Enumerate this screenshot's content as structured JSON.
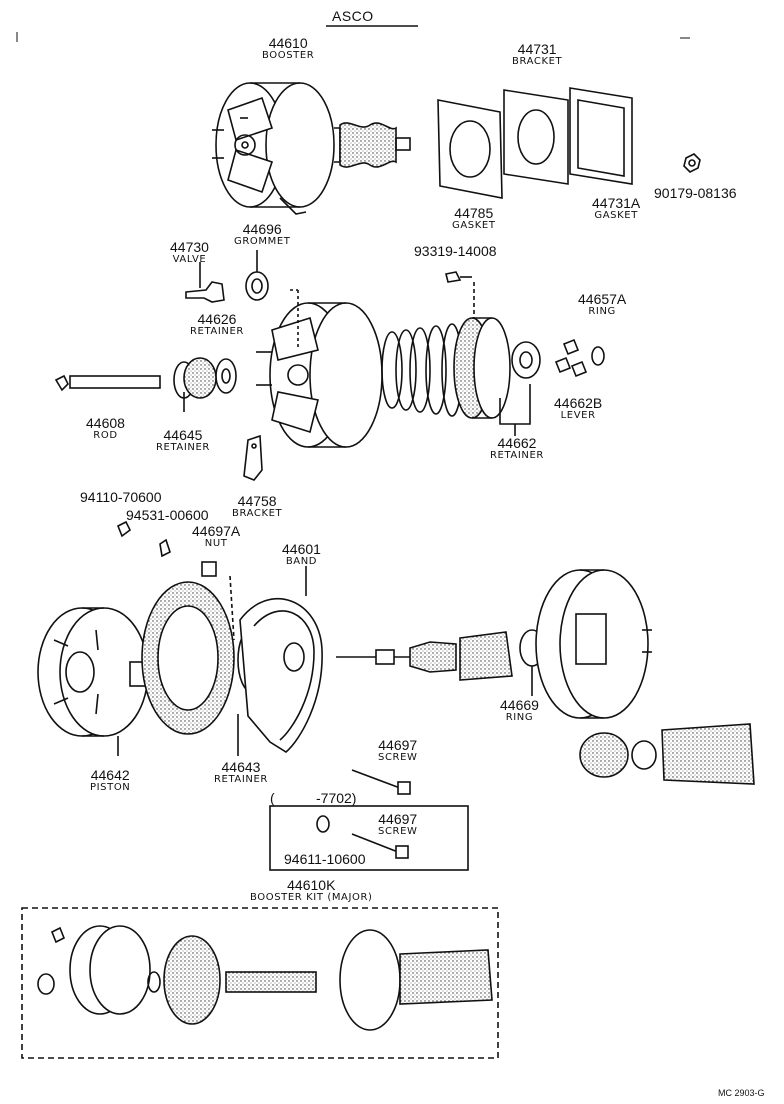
{
  "header": {
    "title": "ASCO"
  },
  "parts": {
    "p44610": {
      "number": "44610",
      "name": "BOOSTER"
    },
    "p44731": {
      "number": "44731",
      "name": "BRACKET"
    },
    "p44785": {
      "number": "44785",
      "name": "GASKET"
    },
    "p44731A": {
      "number": "44731A",
      "name": "GASKET"
    },
    "p90179": {
      "number": "90179-08136"
    },
    "p44696": {
      "number": "44696",
      "name": "GROMMET"
    },
    "p44730": {
      "number": "44730",
      "name": "VALVE"
    },
    "p93319": {
      "number": "93319-14008"
    },
    "p44657A": {
      "number": "44657A",
      "name": "RING"
    },
    "p44626": {
      "number": "44626",
      "name": "RETAINER"
    },
    "p44608": {
      "number": "44608",
      "name": "ROD"
    },
    "p44645": {
      "number": "44645",
      "name": "RETAINER"
    },
    "p44662B": {
      "number": "44662B",
      "name": "LEVER"
    },
    "p44662": {
      "number": "44662",
      "name": "RETAINER"
    },
    "p44758": {
      "number": "44758",
      "name": "BRACKET"
    },
    "p94110": {
      "number": "94110-70600"
    },
    "p94531": {
      "number": "94531-00600"
    },
    "p44697A": {
      "number": "44697A",
      "name": "NUT"
    },
    "p44601": {
      "number": "44601",
      "name": "BAND"
    },
    "p44669": {
      "number": "44669",
      "name": "RING"
    },
    "p44642": {
      "number": "44642",
      "name": "PISTON"
    },
    "p44643": {
      "number": "44643",
      "name": "RETAINER"
    },
    "p44697a": {
      "number": "44697",
      "name": "SCREW"
    },
    "p44697b": {
      "number": "44697",
      "name": "SCREW"
    },
    "p94611": {
      "number": "94611-10600"
    },
    "p44610K": {
      "number": "44610K",
      "name": "BOOSTER KIT (MAJOR)"
    }
  },
  "range_note": {
    "open": "(",
    "text": "-7702)"
  },
  "footer": {
    "code": "MC 2903-G"
  }
}
